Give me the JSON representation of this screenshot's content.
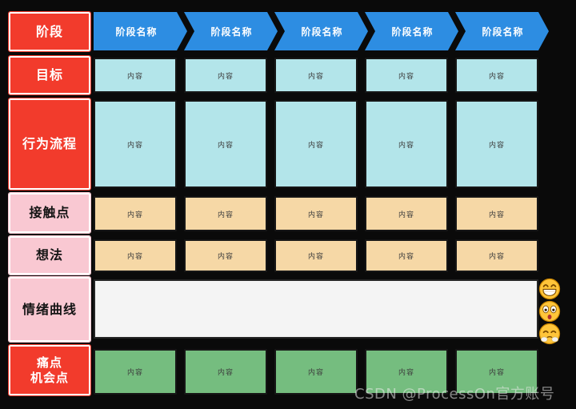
{
  "header": {
    "row_label": "阶段",
    "stages": [
      "阶段名称",
      "阶段名称",
      "阶段名称",
      "阶段名称",
      "阶段名称"
    ]
  },
  "rows": {
    "goal": {
      "label": "目标",
      "cells": [
        "内容",
        "内容",
        "内容",
        "内容",
        "内容"
      ]
    },
    "behavior": {
      "label": "行为流程",
      "cells": [
        "内容",
        "内容",
        "内容",
        "内容",
        "内容"
      ]
    },
    "touchpoints": {
      "label": "接触点",
      "cells": [
        "内容",
        "内容",
        "内容",
        "内容",
        "内容"
      ]
    },
    "thoughts": {
      "label": "想法",
      "cells": [
        "内容",
        "内容",
        "内容",
        "内容",
        "内容"
      ]
    },
    "emotion": {
      "label": "情绪曲线",
      "emojis": [
        "grinning-face",
        "astonished-face",
        "crying-face"
      ]
    },
    "painpoints": {
      "label_line1": "痛点",
      "label_line2": "机会点",
      "cells": [
        "内容",
        "内容",
        "内容",
        "内容",
        "内容"
      ]
    }
  },
  "watermark": {
    "text": "CSDN @ProcessOn官方账号"
  },
  "colors": {
    "background": "#0A0A0A",
    "label_red": "#F23B2C",
    "label_pink": "#F9C8D2",
    "arrow_blue": "#2D8DE2",
    "cell_cyan": "#B3E5EA",
    "cell_tan": "#F6D8A6",
    "cell_green": "#75BD7F",
    "emotion_bg": "#F4F4F4",
    "border_white": "#FFFFFF"
  }
}
